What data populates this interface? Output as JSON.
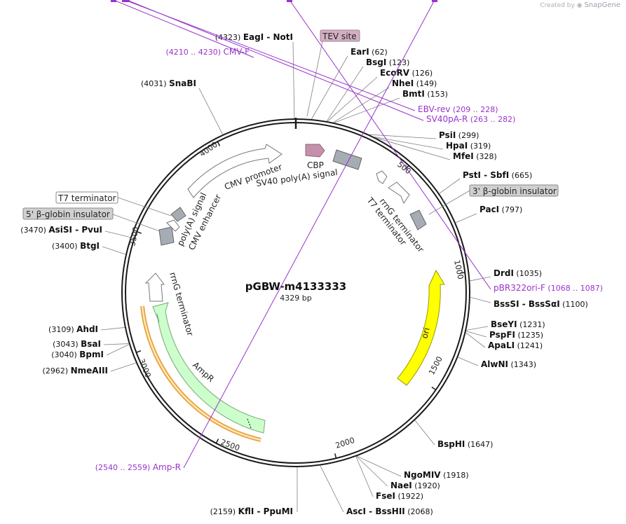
{
  "credit": {
    "prefix": "Created by",
    "brand": "SnapGene"
  },
  "plasmid": {
    "name": "pGBW-m4133333",
    "size_label": "4329 bp",
    "length": 4329
  },
  "ticks": [
    "500",
    "1000",
    "1500",
    "2000",
    "2500",
    "3000",
    "3500",
    "4000"
  ],
  "enzymes": [
    {
      "name": "EagI - NotI",
      "pos": "(4323)",
      "site": 4323
    },
    {
      "name": "EarI",
      "pos": "(62)",
      "site": 62
    },
    {
      "name": "BsgI",
      "pos": "(123)",
      "site": 123
    },
    {
      "name": "EcoRV",
      "pos": "(126)",
      "site": 126
    },
    {
      "name": "NheI",
      "pos": "(149)",
      "site": 149
    },
    {
      "name": "BmtI",
      "pos": "(153)",
      "site": 153
    },
    {
      "name": "PsiI",
      "pos": "(299)",
      "site": 299
    },
    {
      "name": "HpaI",
      "pos": "(319)",
      "site": 319
    },
    {
      "name": "MfeI",
      "pos": "(328)",
      "site": 328
    },
    {
      "name": "PstI - SbfI",
      "pos": "(665)",
      "site": 665
    },
    {
      "name": "PacI",
      "pos": "(797)",
      "site": 797
    },
    {
      "name": "DrdI",
      "pos": "(1035)",
      "site": 1035
    },
    {
      "name": "BssSI - BssSαI",
      "pos": "(1100)",
      "site": 1100
    },
    {
      "name": "BseYI",
      "pos": "(1231)",
      "site": 1231
    },
    {
      "name": "PspFI",
      "pos": "(1235)",
      "site": 1235
    },
    {
      "name": "ApaLI",
      "pos": "(1241)",
      "site": 1241
    },
    {
      "name": "AlwNI",
      "pos": "(1343)",
      "site": 1343
    },
    {
      "name": "BspHI",
      "pos": "(1647)",
      "site": 1647
    },
    {
      "name": "NgoMIV",
      "pos": "(1918)",
      "site": 1918
    },
    {
      "name": "NaeI",
      "pos": "(1920)",
      "site": 1920
    },
    {
      "name": "FseI",
      "pos": "(1922)",
      "site": 1922
    },
    {
      "name": "AscI - BssHII",
      "pos": "(2068)",
      "site": 2068
    },
    {
      "name": "KflI - PpuMI",
      "pos": "(2159)",
      "site": 2159
    },
    {
      "name": "NmeAIII",
      "pos": "(2962)",
      "site": 2962
    },
    {
      "name": "BpmI",
      "pos": "(3040)",
      "site": 3040
    },
    {
      "name": "BsaI",
      "pos": "(3043)",
      "site": 3043
    },
    {
      "name": "AhdI",
      "pos": "(3109)",
      "site": 3109
    },
    {
      "name": "BtgI",
      "pos": "(3400)",
      "site": 3400
    },
    {
      "name": "AsiSI - PvuI",
      "pos": "(3470)",
      "site": 3470
    },
    {
      "name": "SnaBI",
      "pos": "(4031)",
      "site": 4031
    }
  ],
  "primers": [
    {
      "name": "CMV-F",
      "range": "(4210 .. 4230)",
      "site": 4220
    },
    {
      "name": "EBV-rev",
      "range": "(209 .. 228)",
      "site": 218
    },
    {
      "name": "SV40pA-R",
      "range": "(263 .. 282)",
      "site": 272
    },
    {
      "name": "pBR322ori-F",
      "range": "(1068 .. 1087)",
      "site": 1077
    },
    {
      "name": "Amp-R",
      "range": "(2540 .. 2559)",
      "site": 2550
    }
  ],
  "features": [
    {
      "name": "TEV site",
      "kind": "boxed-label",
      "color": "#d4afc3"
    },
    {
      "name": "CBP",
      "kind": "arrow",
      "color": "#c490ab"
    },
    {
      "name": "SV40 poly(A) signal",
      "kind": "box",
      "color": "#a6acb3"
    },
    {
      "name": "rrnG terminator",
      "kind": "arrow",
      "color": "#ffffff"
    },
    {
      "name": "T7 terminator",
      "kind": "box",
      "color": "#ffffff"
    },
    {
      "name": "3' β-globin insulator",
      "kind": "box",
      "color": "#a6acb3"
    },
    {
      "name": "ori",
      "kind": "arrow",
      "color": "#ffff00"
    },
    {
      "name": "AmpR",
      "kind": "arrow",
      "color": "#ccffcc"
    },
    {
      "name": "rrnG terminator",
      "kind": "arrow",
      "color": "#ffffff"
    },
    {
      "name": "5' β-globin insulator",
      "kind": "box",
      "color": "#a6acb3"
    },
    {
      "name": "T7 terminator",
      "kind": "boxed-label",
      "color": "#ffffff"
    },
    {
      "name": "poly(A) signal",
      "kind": "arrow",
      "color": "#ffffff"
    },
    {
      "name": "CMV enhancer",
      "kind": "arrow",
      "color": "#ffffff"
    },
    {
      "name": "CMV promoter",
      "kind": "arrow",
      "color": "#ffffff"
    }
  ],
  "colors": {
    "backbone": "#1a1a1a",
    "primer": "#9933cc",
    "enzyme_line": "#808080",
    "label_box": "#d0d0d0"
  }
}
